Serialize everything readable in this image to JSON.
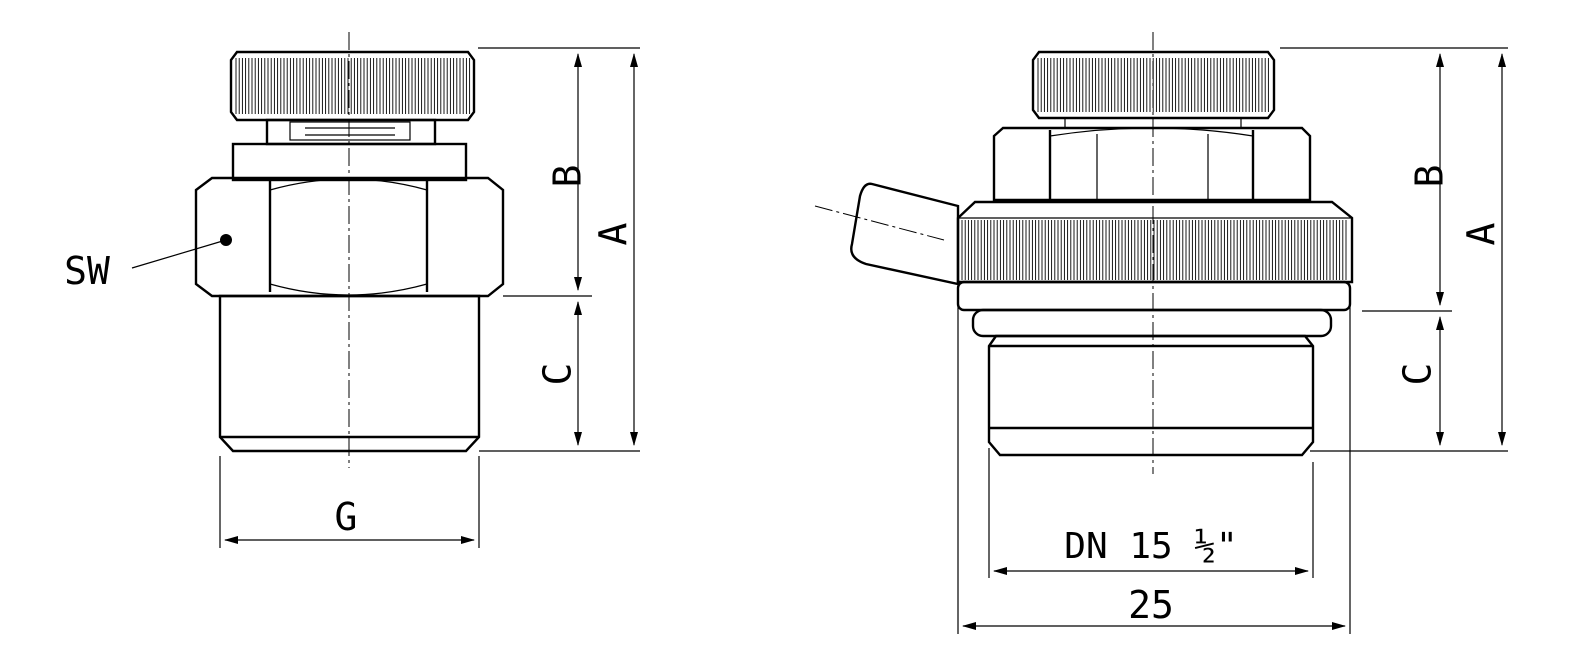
{
  "left_view": {
    "labels": {
      "sw": "SW",
      "g": "G",
      "b": "B",
      "a": "A",
      "c": "C"
    }
  },
  "right_view": {
    "labels": {
      "b": "B",
      "a": "A",
      "c": "C",
      "dn": "DN 15 ½\"",
      "width": "25"
    }
  }
}
